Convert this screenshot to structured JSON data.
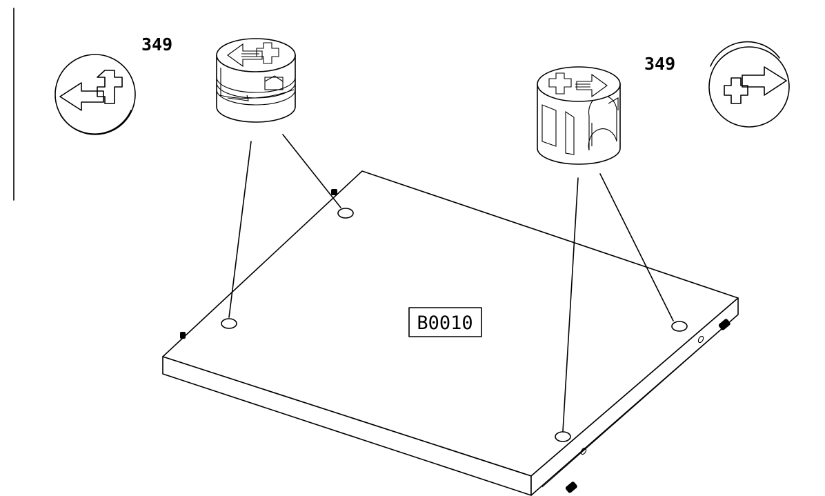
{
  "callouts": {
    "left_part_number": "349",
    "right_part_number": "349"
  },
  "panel": {
    "label": "B0010"
  },
  "icons": {
    "left_rotation_symbol": "arrow-left-with-cross-icon",
    "right_rotation_symbol": "arrow-right-with-cross-icon",
    "cam_lock": "cam-lock-fitting-icon"
  }
}
